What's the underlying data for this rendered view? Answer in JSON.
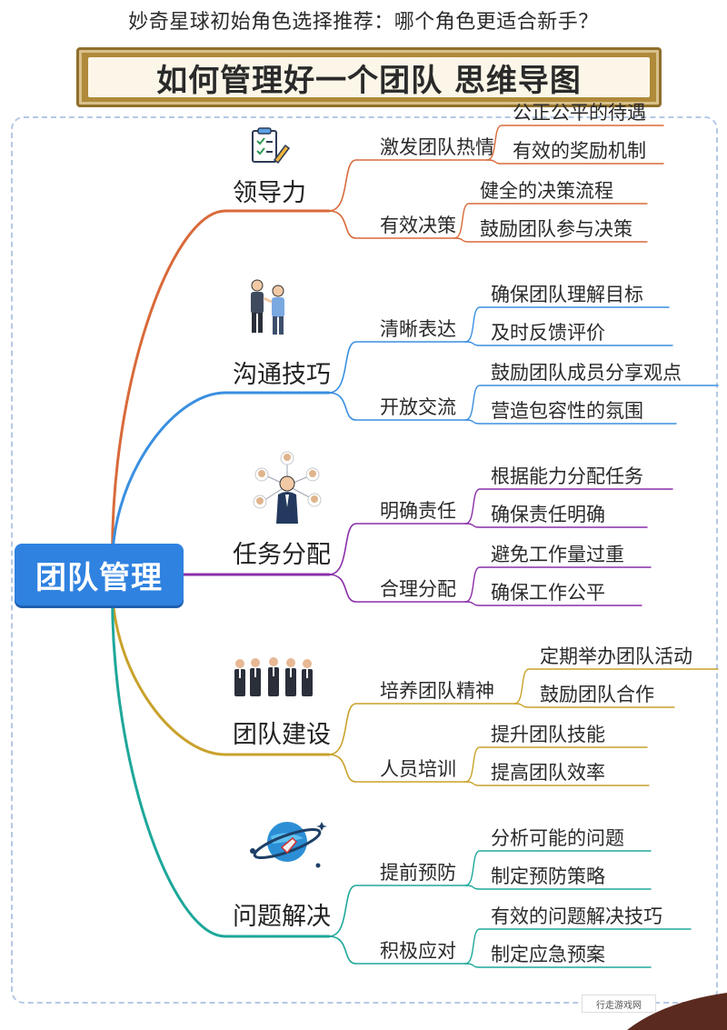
{
  "page_title": "妙奇星球初始角色选择推荐：哪个角色更适合新手？",
  "banner_title": "如何管理好一个团队  思维导图",
  "center": "团队管理",
  "branches": [
    {
      "label": "领导力",
      "color": "#d96a3a",
      "icon": "checklist-pencil-icon",
      "subs": [
        {
          "label": "激发团队热情",
          "leaves": [
            "公正公平的待遇",
            "有效的奖励机制"
          ]
        },
        {
          "label": "有效决策",
          "leaves": [
            "健全的决策流程",
            "鼓励团队参与决策"
          ]
        }
      ]
    },
    {
      "label": "沟通技巧",
      "color": "#3a8fe0",
      "icon": "two-people-talking-icon",
      "subs": [
        {
          "label": "清晰表达",
          "leaves": [
            "确保团队理解目标",
            "及时反馈评价"
          ]
        },
        {
          "label": "开放交流",
          "leaves": [
            "鼓励团队成员分享观点",
            "营造包容性的氛围"
          ]
        }
      ]
    },
    {
      "label": "任务分配",
      "color": "#8a2ea8",
      "icon": "team-network-icon",
      "subs": [
        {
          "label": "明确责任",
          "leaves": [
            "根据能力分配任务",
            "确保责任明确"
          ]
        },
        {
          "label": "合理分配",
          "leaves": [
            "避免工作量过重",
            "确保工作公平"
          ]
        }
      ]
    },
    {
      "label": "团队建设",
      "color": "#c9a22c",
      "icon": "business-team-icon",
      "subs": [
        {
          "label": "培养团队精神",
          "leaves": [
            "定期举办团队活动",
            "鼓励团队合作"
          ]
        },
        {
          "label": "人员培训",
          "leaves": [
            "提升团队技能",
            "提高团队效率"
          ]
        }
      ]
    },
    {
      "label": "问题解决",
      "color": "#1ea79a",
      "icon": "planet-rocket-icon",
      "subs": [
        {
          "label": "提前预防",
          "leaves": [
            "分析可能的问题",
            "制定预防策略"
          ]
        },
        {
          "label": "积极应对",
          "leaves": [
            "有效的问题解决技巧",
            "制定应急预案"
          ]
        }
      ]
    }
  ],
  "watermark": "行走游戏网"
}
